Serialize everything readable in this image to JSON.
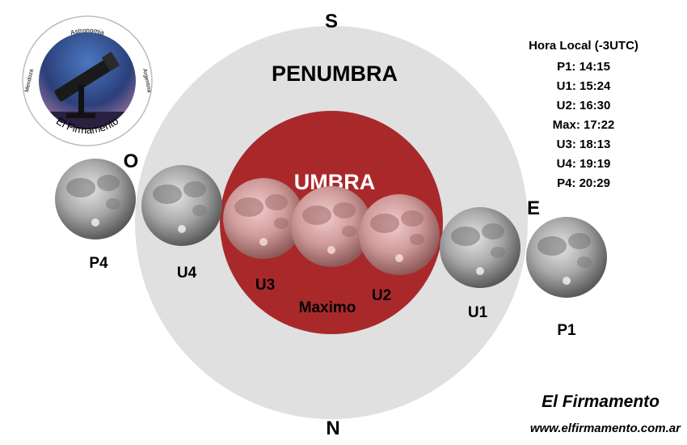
{
  "directions": {
    "south": "S",
    "north": "N",
    "west": "O",
    "east": "E"
  },
  "zones": {
    "penumbra": "PENUMBRA",
    "umbra": "UMBRA"
  },
  "logo": {
    "top_text": "Astronomia",
    "left_text": "Mendoza",
    "right_text": "Argentina",
    "name": "El Firmamento"
  },
  "moons": [
    {
      "label": "P4",
      "phase": "penumbral"
    },
    {
      "label": "U4",
      "phase": "penumbral"
    },
    {
      "label": "U3",
      "phase": "umbral"
    },
    {
      "label": "Maximo",
      "phase": "umbral"
    },
    {
      "label": "U2",
      "phase": "umbral"
    },
    {
      "label": "U1",
      "phase": "penumbral"
    },
    {
      "label": "P1",
      "phase": "penumbral"
    }
  ],
  "times": {
    "header": "Hora Local (-3UTC)",
    "entries": [
      {
        "text": "P1: 14:15"
      },
      {
        "text": "U1: 15:24"
      },
      {
        "text": "U2: 16:30"
      },
      {
        "text": "Max: 17:22"
      },
      {
        "text": "U3: 18:13"
      },
      {
        "text": "U4: 19:19"
      },
      {
        "text": "P4: 20:29"
      }
    ]
  },
  "footer": {
    "brand": "El Firmamento",
    "url": "www.elfirmamento.com.ar"
  },
  "colors": {
    "penumbra": "#e0e0e0",
    "umbra": "#a9292b",
    "moon_gray": "#a3a3a3",
    "moon_red": "#d09a9a"
  }
}
